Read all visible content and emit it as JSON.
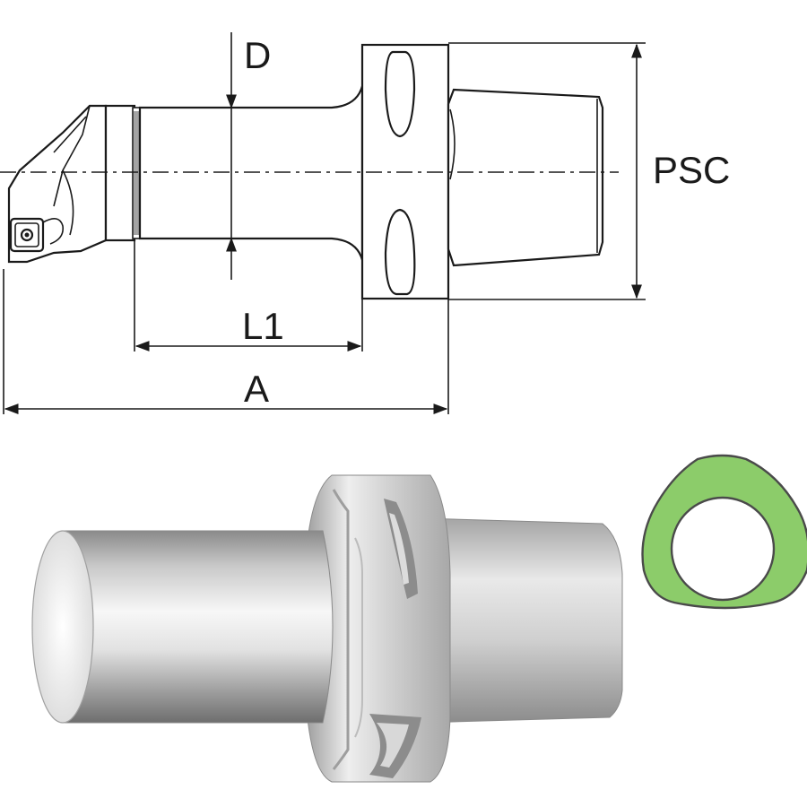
{
  "labels": {
    "d": "D",
    "psc": "PSC",
    "l1": "L1",
    "a": "A"
  },
  "colors": {
    "outline": "#1a1a1a",
    "profile_fill": "#8ccc6a",
    "profile_stroke": "#4a4a4a",
    "body_dark": "#7b7b7b",
    "body_light": "#f4f4f4"
  },
  "views": [
    "side-drawing",
    "3d-render",
    "polygon-profile"
  ]
}
